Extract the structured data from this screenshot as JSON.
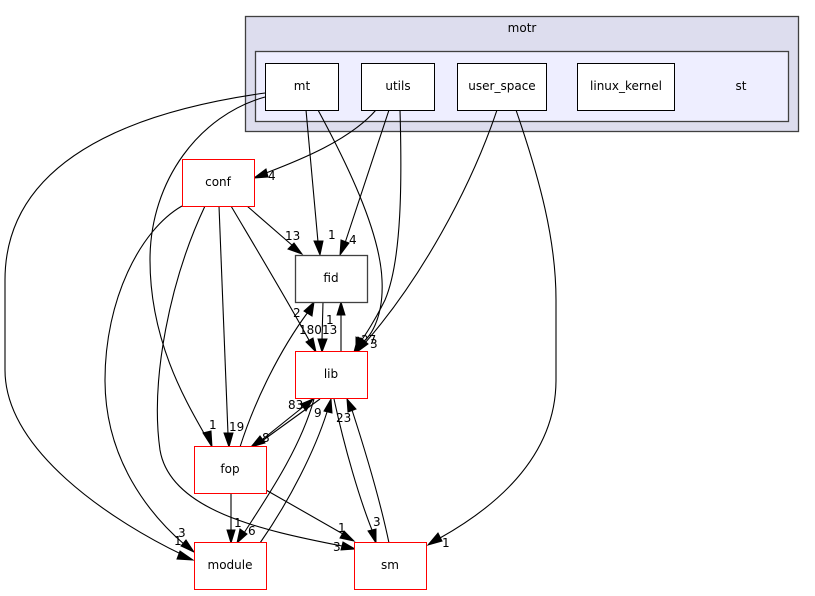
{
  "diagram": {
    "clusters": [
      {
        "id": "motr",
        "label": "motr"
      },
      {
        "id": "st",
        "label": "st"
      }
    ],
    "nodes": [
      {
        "id": "mt",
        "label": "mt",
        "style": "plain",
        "cluster": "st"
      },
      {
        "id": "utils",
        "label": "utils",
        "style": "plain",
        "cluster": "st"
      },
      {
        "id": "user_space",
        "label": "user_space",
        "style": "plain",
        "cluster": "st"
      },
      {
        "id": "linux_kernel",
        "label": "linux_kernel",
        "style": "plain",
        "cluster": "st"
      },
      {
        "id": "conf",
        "label": "conf",
        "style": "red"
      },
      {
        "id": "fid",
        "label": "fid",
        "style": "dark"
      },
      {
        "id": "lib",
        "label": "lib",
        "style": "red"
      },
      {
        "id": "fop",
        "label": "fop",
        "style": "red"
      },
      {
        "id": "module",
        "label": "module",
        "style": "red"
      },
      {
        "id": "sm",
        "label": "sm",
        "style": "red"
      }
    ],
    "edges": [
      {
        "from": "utils",
        "to": "conf",
        "label": "4"
      },
      {
        "from": "mt",
        "to": "fid",
        "label": "1"
      },
      {
        "from": "utils",
        "to": "fid",
        "label": "4"
      },
      {
        "from": "conf",
        "to": "fid",
        "label": "13"
      },
      {
        "from": "mt",
        "to": "lib",
        "label": "27"
      },
      {
        "from": "utils",
        "to": "lib",
        "label": "3"
      },
      {
        "from": "user_space",
        "to": "lib",
        "label": ""
      },
      {
        "from": "conf",
        "to": "lib",
        "label": "180"
      },
      {
        "from": "fid",
        "to": "lib",
        "label": "13"
      },
      {
        "from": "lib",
        "to": "fid",
        "label": "1"
      },
      {
        "from": "fop",
        "to": "fid",
        "label": "2"
      },
      {
        "from": "mt",
        "to": "fop",
        "label": "1"
      },
      {
        "from": "conf",
        "to": "fop",
        "label": "19"
      },
      {
        "from": "lib",
        "to": "fop",
        "label": "8"
      },
      {
        "from": "fop",
        "to": "lib",
        "label": "83"
      },
      {
        "from": "module",
        "to": "lib",
        "label": "9"
      },
      {
        "from": "sm",
        "to": "lib",
        "label": "23"
      },
      {
        "from": "mt",
        "to": "module",
        "label": "1"
      },
      {
        "from": "conf",
        "to": "module",
        "label": "3"
      },
      {
        "from": "fop",
        "to": "module",
        "label": "1"
      },
      {
        "from": "lib",
        "to": "module",
        "label": "6"
      },
      {
        "from": "fop",
        "to": "sm",
        "label": "1"
      },
      {
        "from": "conf",
        "to": "sm",
        "label": "3"
      },
      {
        "from": "lib",
        "to": "sm",
        "label": "3"
      },
      {
        "from": "user_space",
        "to": "sm",
        "label": "1"
      }
    ]
  },
  "colors": {
    "cluster_outer_fill": "#ddddee",
    "cluster_inner_fill": "#eeeeff",
    "red_border": "#ff0000",
    "edge": "#000000"
  }
}
